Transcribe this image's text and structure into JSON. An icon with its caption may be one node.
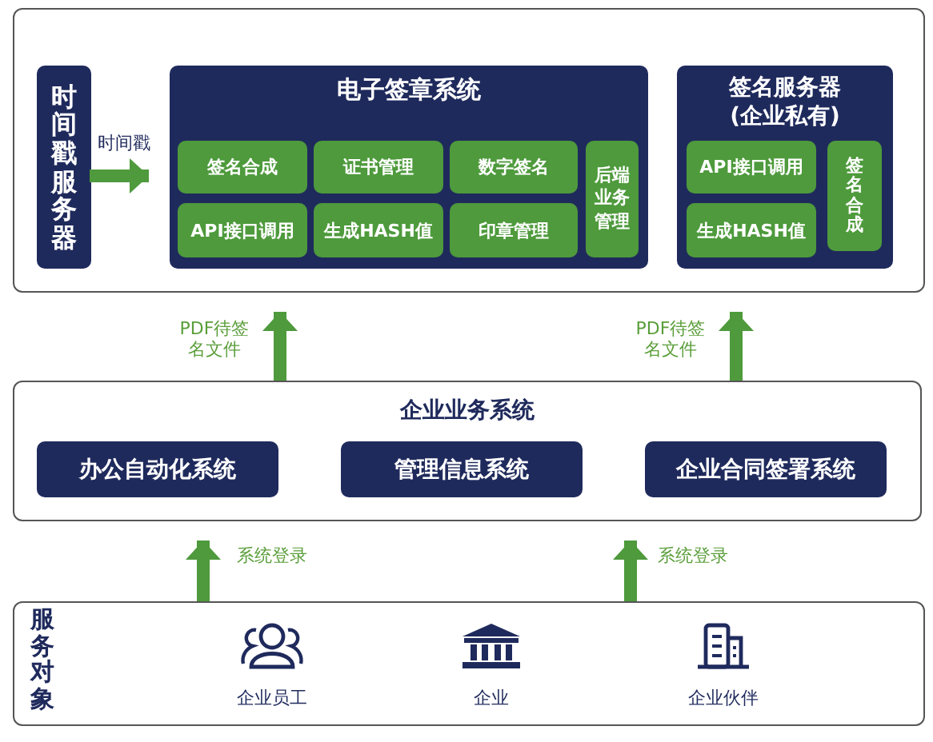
{
  "diagram": {
    "nodes": [
      {
        "text": [],
        "shape": "box"
      },
      {
        "text": [
          "时间戳服务器"
        ],
        "in": 0
      },
      {
        "text": [
          "电子签章系统"
        ],
        "in": 0
      },
      {
        "text": [
          "签名合成"
        ],
        "in": 2
      },
      {
        "text": [
          "证书管理"
        ],
        "in": 2
      },
      {
        "text": [
          "数字签名"
        ],
        "in": 2
      },
      {
        "text": [
          "后端业务管理"
        ],
        "in": 2
      },
      {
        "text": [
          "API接口调用"
        ],
        "in": 2
      },
      {
        "text": [
          "生成HASH值"
        ],
        "in": 2
      },
      {
        "text": [
          "印章管理"
        ],
        "in": 2
      },
      {
        "text": [
          "签名服务器(企业私有)"
        ],
        "in": 0
      },
      {
        "text": [
          "API接口调用"
        ],
        "in": 10
      },
      {
        "text": [
          "签名合成"
        ],
        "in": 10
      },
      {
        "text": [
          "生成HASH值"
        ],
        "in": 10
      },
      {
        "text": [
          "企业业务系统"
        ]
      },
      {
        "text": [
          "办公自动化系统"
        ],
        "in": 14
      },
      {
        "text": [
          "管理信息系统"
        ],
        "in": 14
      },
      {
        "text": [
          "企业合同签署系统"
        ],
        "in": 14
      },
      {
        "text": [
          "服务对象"
        ]
      }
    ],
    "edges": [
      {
        "from": 1,
        "to": 2,
        "arrow": "to",
        "label": "时间戳"
      },
      {
        "from": 14,
        "to": 0,
        "arrow": "to",
        "label": "PDF待签名文件"
      },
      {
        "from": 14,
        "to": 0,
        "arrow": "to",
        "label": "PDF待签名文件"
      },
      {
        "from": 18,
        "to": 14,
        "arrow": "to",
        "label": "系统登录"
      },
      {
        "from": 18,
        "to": 14,
        "arrow": "to",
        "label": "系统登录"
      }
    ],
    "labels": [
      "企业员工",
      "企业",
      "企业伙伴"
    ]
  }
}
